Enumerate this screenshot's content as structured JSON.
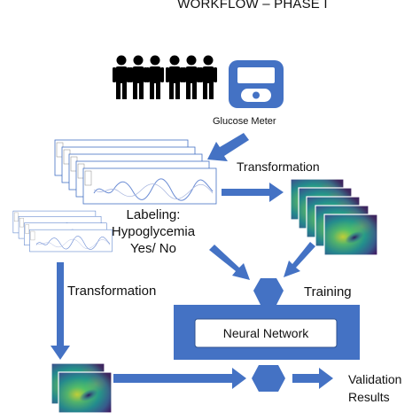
{
  "title": "WORKFLOW – PHASE I",
  "glucose_meter": {
    "label": "Glucose Meter",
    "icon": "glucose-meter-icon"
  },
  "people": {
    "icon": "people-group-icon",
    "count": 6
  },
  "transformation_top": "Transformation",
  "labeling": {
    "line1": "Labeling:",
    "line2": "Hypoglycemia",
    "line3": "Yes/ No"
  },
  "transformation_left": "Transformation",
  "training": "Training",
  "neural_network": "Neural Network",
  "validation": {
    "line1": "Validation",
    "line2": "Results"
  },
  "colors": {
    "arrow": "#4472c4",
    "frame": "#4472c4",
    "signal": "#6b8cd4"
  }
}
